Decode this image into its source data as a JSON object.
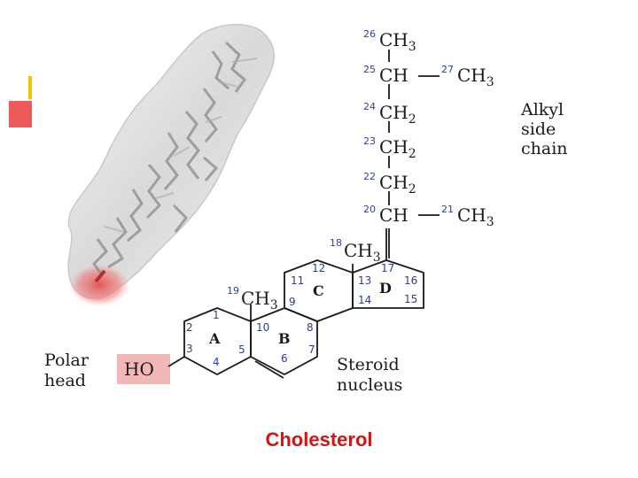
{
  "colors": {
    "caption": "#d21414",
    "polar_head_fill": "#f2b8b8",
    "locant": "#2f3f8f",
    "oxygen_glow": "#e05050"
  },
  "side_chain": {
    "c26": {
      "num": "26",
      "group": "CH",
      "sub": "3"
    },
    "c25": {
      "num": "25",
      "group": "CH",
      "branch_num": "27",
      "branch_group": "CH",
      "branch_sub": "3"
    },
    "c24": {
      "num": "24",
      "group": "CH",
      "sub": "2"
    },
    "c23": {
      "num": "23",
      "group": "CH",
      "sub": "2"
    },
    "c22": {
      "num": "22",
      "group": "CH",
      "sub": "2"
    },
    "c20": {
      "num": "20",
      "group": "CH",
      "branch_num": "21",
      "branch_group": "CH",
      "branch_sub": "3"
    },
    "c18": {
      "num": "18",
      "group": "CH",
      "sub": "3"
    },
    "c19": {
      "num": "19",
      "group": "CH",
      "sub": "3"
    }
  },
  "side_chain_label": [
    "Alkyl",
    "side",
    "chain"
  ],
  "rings": {
    "a": "A",
    "b": "B",
    "c": "C",
    "d": "D"
  },
  "locants": {
    "n1": "1",
    "n2": "2",
    "n3": "3",
    "n4": "4",
    "n5": "5",
    "n6": "6",
    "n7": "7",
    "n8": "8",
    "n9": "9",
    "n10": "10",
    "n11": "11",
    "n12": "12",
    "n13": "13",
    "n14": "14",
    "n15": "15",
    "n16": "16",
    "n17": "17"
  },
  "polar_head": {
    "label": [
      "Polar",
      "head"
    ],
    "group": "HO"
  },
  "steroid_label": [
    "Steroid",
    "nucleus"
  ],
  "caption": "Cholesterol"
}
